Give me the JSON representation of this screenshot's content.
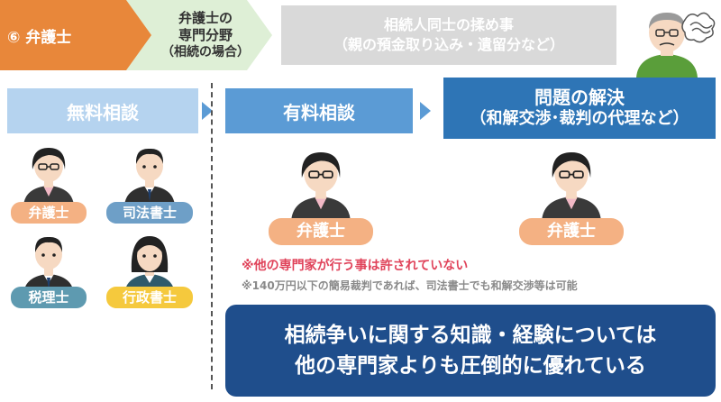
{
  "header": {
    "step_badge": "⑥ 弁護士",
    "field_line1": "弁護士の",
    "field_line2": "専門分野",
    "field_line3": "（相続の場合）",
    "issue_line1": "相続人同士の揉め事",
    "issue_line2": "（親の預金取り込み・遺留分など）"
  },
  "panels": {
    "free": "無料相談",
    "paid": "有料相談",
    "solve_line1": "問題の解決",
    "solve_line2": "（和解交渉･裁判の代理など）"
  },
  "free_roles": [
    {
      "label": "弁護士",
      "color": "#f4b183"
    },
    {
      "label": "司法書士",
      "color": "#6e9fc7"
    },
    {
      "label": "税理士",
      "color": "#5e9ab0"
    },
    {
      "label": "行政書士",
      "color": "#f5c93d"
    }
  ],
  "paid_role": "弁護士",
  "solve_role": "弁護士",
  "notes": {
    "red": "※他の専門家が行う事は許されていない",
    "gray": "※140万円以下の簡易裁判であれば、司法書士でも和解交渉等は可能"
  },
  "conclusion": {
    "line1": "相続争いに関する知識・経験については",
    "line2": "他の専門家よりも圧倒的に優れている"
  },
  "colors": {
    "accent_orange": "#e8873a",
    "panel_blue": "#5b9bd5",
    "dark_blue": "#1f4e8c",
    "warning_red": "#e0435a"
  }
}
